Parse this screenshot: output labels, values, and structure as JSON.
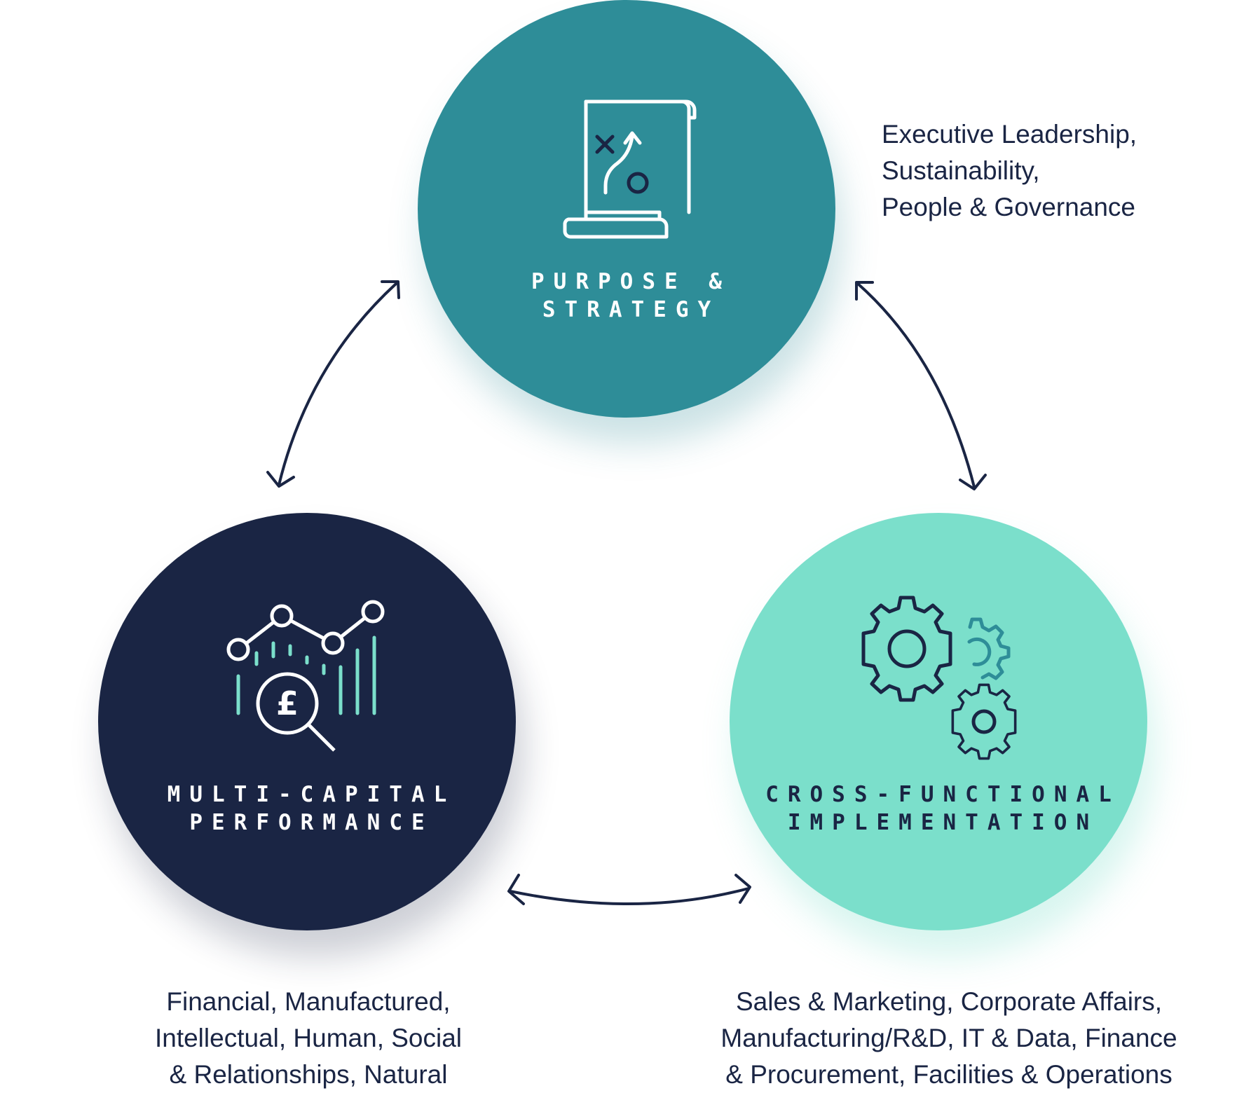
{
  "nodes": {
    "purpose": {
      "title_lines": [
        "PURPOSE &",
        "STRATEGY"
      ],
      "color": "#2e8d98",
      "icon": "strategy-scroll-icon"
    },
    "multi_capital": {
      "title_lines": [
        "MULTI-CAPITAL",
        "PERFORMANCE"
      ],
      "color": "#1a2544",
      "icon": "pound-chart-magnifier-icon"
    },
    "cross_functional": {
      "title_lines": [
        "CROSS-FUNCTIONAL",
        "IMPLEMENTATION"
      ],
      "color": "#7bdfcb",
      "icon": "gears-icon"
    }
  },
  "descriptions": {
    "purpose": [
      "Executive Leadership,",
      "Sustainability,",
      "People & Governance"
    ],
    "multi_capital": [
      "Financial, Manufactured,",
      "Intellectual, Human, Social",
      "& Relationships, Natural"
    ],
    "cross_functional": [
      "Sales & Marketing, Corporate Affairs,",
      "Manufacturing/R&D, IT & Data, Finance",
      "& Procurement, Facilities & Operations"
    ]
  },
  "colors": {
    "text_dark": "#1a2544",
    "teal": "#2e8d98",
    "mint": "#7bdfcb",
    "navy": "#1a2544"
  }
}
